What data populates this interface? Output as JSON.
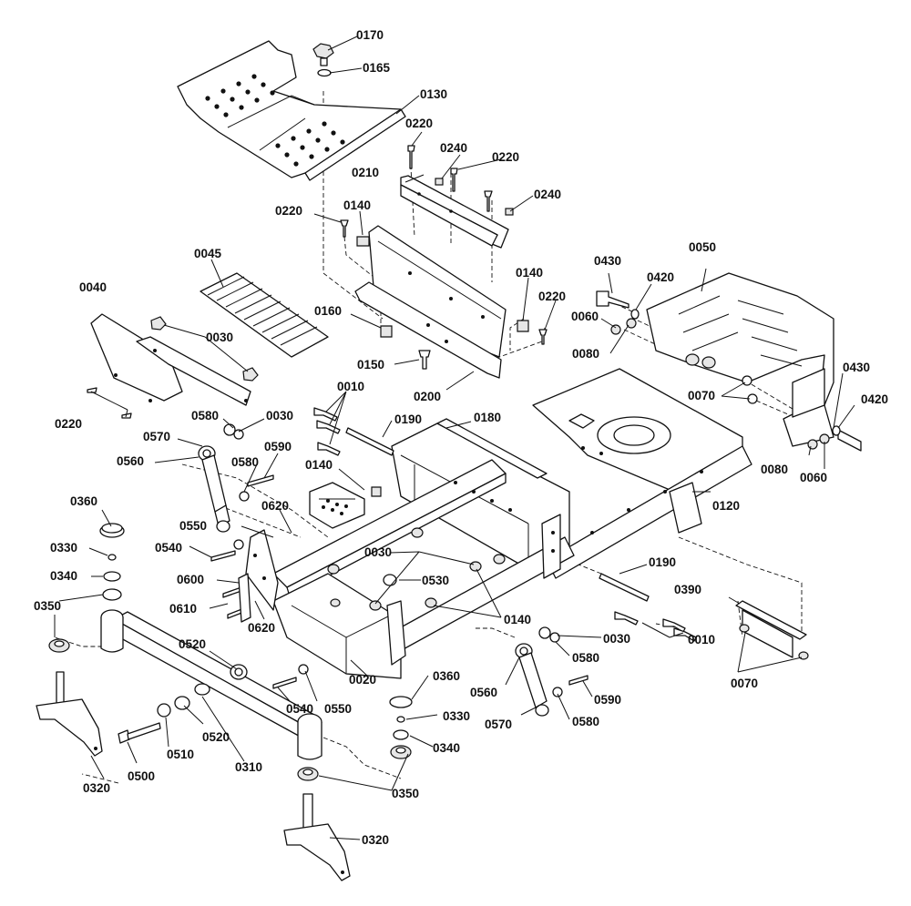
{
  "callouts": [
    {
      "number": "0170"
    },
    {
      "number": "0165"
    },
    {
      "number": "0130"
    },
    {
      "number": "0220"
    },
    {
      "number": "0240"
    },
    {
      "number": "0220"
    },
    {
      "number": "0210"
    },
    {
      "number": "0240"
    },
    {
      "number": "0220"
    },
    {
      "number": "0140"
    },
    {
      "number": "0045"
    },
    {
      "number": "0040"
    },
    {
      "number": "0030"
    },
    {
      "number": "0160"
    },
    {
      "number": "0140"
    },
    {
      "number": "0220"
    },
    {
      "number": "0150"
    },
    {
      "number": "0200"
    },
    {
      "number": "0050"
    },
    {
      "number": "0430"
    },
    {
      "number": "0420"
    },
    {
      "number": "0060"
    },
    {
      "number": "0080"
    },
    {
      "number": "0070"
    },
    {
      "number": "0430"
    },
    {
      "number": "0420"
    },
    {
      "number": "0220"
    },
    {
      "number": "0010"
    },
    {
      "number": "0190"
    },
    {
      "number": "0180"
    },
    {
      "number": "0580"
    },
    {
      "number": "0030"
    },
    {
      "number": "0570"
    },
    {
      "number": "0560"
    },
    {
      "number": "0590"
    },
    {
      "number": "0580"
    },
    {
      "number": "0140"
    },
    {
      "number": "0080"
    },
    {
      "number": "0060"
    },
    {
      "number": "0120"
    },
    {
      "number": "0360"
    },
    {
      "number": "0620"
    },
    {
      "number": "0550"
    },
    {
      "number": "0330"
    },
    {
      "number": "0540"
    },
    {
      "number": "0340"
    },
    {
      "number": "0600"
    },
    {
      "number": "0030"
    },
    {
      "number": "0530"
    },
    {
      "number": "0190"
    },
    {
      "number": "0350"
    },
    {
      "number": "0610"
    },
    {
      "number": "0390"
    },
    {
      "number": "0620"
    },
    {
      "number": "0140"
    },
    {
      "number": "0030"
    },
    {
      "number": "0010"
    },
    {
      "number": "0520"
    },
    {
      "number": "0580"
    },
    {
      "number": "0070"
    },
    {
      "number": "0020"
    },
    {
      "number": "0540"
    },
    {
      "number": "0550"
    },
    {
      "number": "0360"
    },
    {
      "number": "0560"
    },
    {
      "number": "0590"
    },
    {
      "number": "0520"
    },
    {
      "number": "0330"
    },
    {
      "number": "0570"
    },
    {
      "number": "0580"
    },
    {
      "number": "0510"
    },
    {
      "number": "0500"
    },
    {
      "number": "0310"
    },
    {
      "number": "0340"
    },
    {
      "number": "0350"
    },
    {
      "number": "0320"
    },
    {
      "number": "0320"
    }
  ]
}
